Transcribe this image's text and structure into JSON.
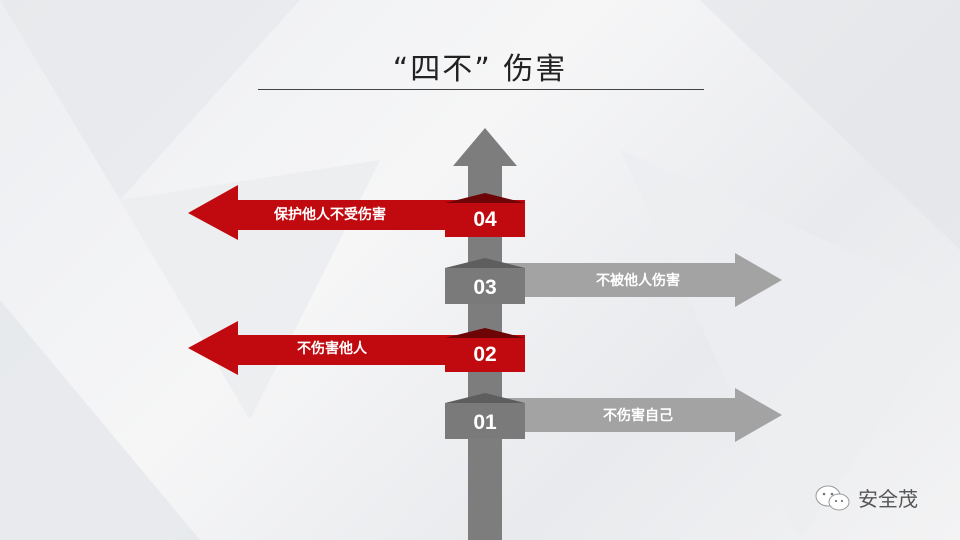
{
  "title": "“四不” 伤害",
  "items": [
    {
      "num": "01",
      "label": "不伤害自己",
      "color": "#a0a0a0"
    },
    {
      "num": "02",
      "label": "不伤害他人",
      "color": "#c00a0f"
    },
    {
      "num": "03",
      "label": "不被他人伤害",
      "color": "#a0a0a0"
    },
    {
      "num": "04",
      "label": "保护他人不受伤害",
      "color": "#c00a0f"
    }
  ],
  "watermark": {
    "icon": "wechat-icon",
    "text": "安全茂"
  }
}
